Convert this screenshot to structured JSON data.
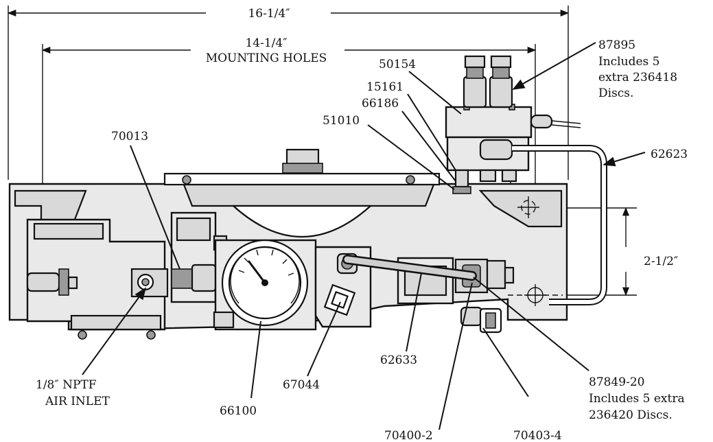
{
  "dimensions": {
    "overall_width": "16-1/4″",
    "mounting_width": "14-1/4″",
    "mounting_label": "MOUNTING HOLES",
    "hole_spacing": "2-1/2″"
  },
  "callouts": {
    "p87895": {
      "part": "87895",
      "note1": "Includes 5",
      "note2": "extra 236418",
      "note3": "Discs."
    },
    "p50154": {
      "part": "50154"
    },
    "p15161": {
      "part": "15161"
    },
    "p66186": {
      "part": "66186"
    },
    "p51010": {
      "part": "51010"
    },
    "p70013": {
      "part": "70013"
    },
    "p62623": {
      "part": "62623"
    },
    "air_inlet": {
      "line1": "1/8″ NPTF",
      "line2": "AIR INLET"
    },
    "p66100": {
      "part": "66100"
    },
    "p67044": {
      "part": "67044"
    },
    "p62633": {
      "part": "62633"
    },
    "p70400": {
      "part": "70400-2"
    },
    "p70403": {
      "part": "70403-4"
    },
    "p87849": {
      "part": "87849-20",
      "note1": "Includes 5 extra",
      "note2": "236420 Discs."
    }
  },
  "icons": {
    "arrowhead": "arrowhead-icon",
    "centerline": "center-mark-icon"
  }
}
